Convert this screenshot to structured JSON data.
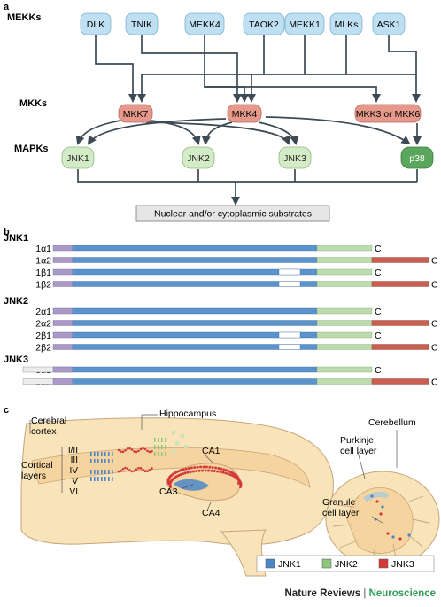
{
  "panels": {
    "a": "a",
    "b": "b",
    "c": "c"
  },
  "panel_a": {
    "row_labels": {
      "mekks": "MEKKs",
      "mkks": "MKKs",
      "mapks": "MAPKs"
    },
    "mekks": [
      "DLK",
      "TNIK",
      "MEKK4",
      "TAOK2",
      "MEKK1",
      "MLKs",
      "ASK1"
    ],
    "mkks": [
      "MKK7",
      "MKK4",
      "MKK3 or MKK6"
    ],
    "mapks": [
      "JNK1",
      "JNK2",
      "JNK3",
      "p38"
    ],
    "substrates": "Nuclear and/or cytoplasmic substrates",
    "colors": {
      "mekk": "#bfe0f2",
      "mkk": "#e6998a",
      "jnk": "#d3ecc7",
      "p38": "#5aa65c",
      "line": "#3b4a55"
    }
  },
  "panel_b": {
    "groups": [
      {
        "title": "JNK1",
        "isoforms": [
          {
            "label": "1α1",
            "long_tail": false,
            "gap": false
          },
          {
            "label": "1α2",
            "long_tail": true,
            "gap": false
          },
          {
            "label": "1β1",
            "long_tail": false,
            "gap": true
          },
          {
            "label": "1β2",
            "long_tail": true,
            "gap": true
          }
        ]
      },
      {
        "title": "JNK2",
        "isoforms": [
          {
            "label": "2α1",
            "long_tail": false,
            "gap": false
          },
          {
            "label": "2α2",
            "long_tail": true,
            "gap": false
          },
          {
            "label": "2β1",
            "long_tail": false,
            "gap": true
          },
          {
            "label": "2β2",
            "long_tail": true,
            "gap": true
          }
        ]
      },
      {
        "title": "JNK3",
        "isoforms": [
          {
            "label": "3α1",
            "long_tail": false,
            "gap": false,
            "extra_n": true
          },
          {
            "label": "3α2",
            "long_tail": true,
            "gap": false,
            "extra_n": true
          }
        ]
      }
    ],
    "terminus": "C",
    "colors": {
      "nterm": "#a99ac9",
      "kinase": "#5b93cc",
      "green": "#bcdcad",
      "red": "#c85f52",
      "extra_n": "#ececec"
    }
  },
  "panel_c": {
    "labels": {
      "cerebral_cortex": "Cerebral\ncortex",
      "cortical_layers": "Cortical\nlayers",
      "layers": [
        "I/II",
        "III",
        "IV",
        "V",
        "VI"
      ],
      "hippocampus": "Hippocampus",
      "ca1": "CA1",
      "ca3": "CA3",
      "ca4": "CA4",
      "cerebellum": "Cerebellum",
      "purkinje": "Purkinje\ncell layer",
      "granule": "Granule\ncell layer"
    },
    "legend": [
      {
        "label": "JNK1",
        "color": "#4a86c8"
      },
      {
        "label": "JNK2",
        "color": "#8fc77e"
      },
      {
        "label": "JNK3",
        "color": "#d23a3a"
      }
    ],
    "colors": {
      "tissue": "#f9e3b8",
      "tissue_stroke": "#c8a57a"
    }
  },
  "footer": {
    "journal": "Nature Reviews",
    "separator": "|",
    "section": "Neuroscience"
  }
}
